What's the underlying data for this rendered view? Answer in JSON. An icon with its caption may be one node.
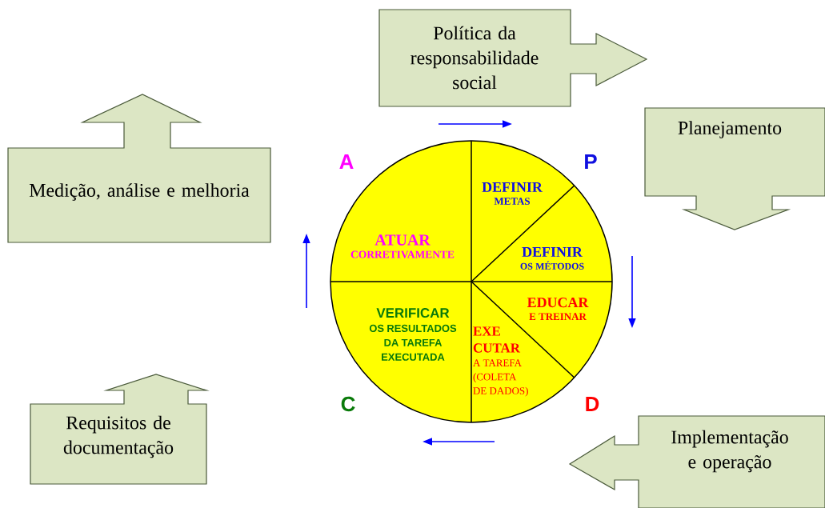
{
  "diagram": {
    "nodes": [
      {
        "text": [
          "Política da responsabilidade social"
        ]
      },
      {
        "text": [
          "Medição, análise e melhoria"
        ]
      },
      {
        "text": [
          "Planejamento"
        ]
      },
      {
        "text": [],
        "shape": "circle"
      },
      {
        "text": [
          "DEFINIR",
          "METAS"
        ],
        "in": 3
      },
      {
        "text": [
          "ATUAR",
          "CORRETIVAMENTE"
        ],
        "in": 3
      },
      {
        "text": [
          "DEFINIR",
          "OS MÉTODOS"
        ],
        "in": 3
      },
      {
        "text": [
          "EDUCAR",
          "E TREINAR"
        ],
        "in": 3
      },
      {
        "text": [
          "VERIFICAR",
          "OS RESULTADOS DA TAREFA EXECUTADA"
        ],
        "in": 3
      },
      {
        "text": [
          "EXE CUTAR",
          "A TAREFA (COLETA DE DADOS)"
        ],
        "in": 3
      },
      {
        "text": [
          "Requisitos de documentação"
        ]
      },
      {
        "text": [
          "Implementação e operação"
        ]
      }
    ],
    "labels": [
      "A",
      "P",
      "C",
      "D"
    ]
  }
}
